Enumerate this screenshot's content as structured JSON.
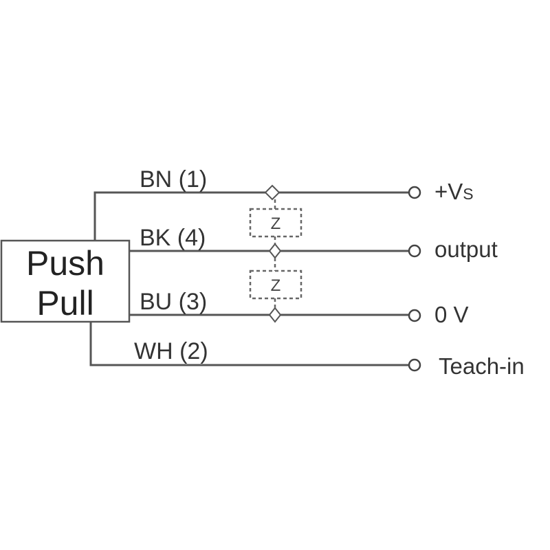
{
  "block": {
    "line1": "Push",
    "line2": "Pull"
  },
  "wires": [
    {
      "label": "BN (1)",
      "terminal_main": "+V",
      "terminal_sub": "S"
    },
    {
      "label": "BK (4)",
      "terminal_main": "output"
    },
    {
      "label": "BU (3)",
      "terminal_main": "0 V"
    },
    {
      "label": "WH (2)",
      "terminal_main": "Teach-in"
    }
  ],
  "loads": [
    {
      "label": "Z"
    },
    {
      "label": "Z"
    }
  ]
}
